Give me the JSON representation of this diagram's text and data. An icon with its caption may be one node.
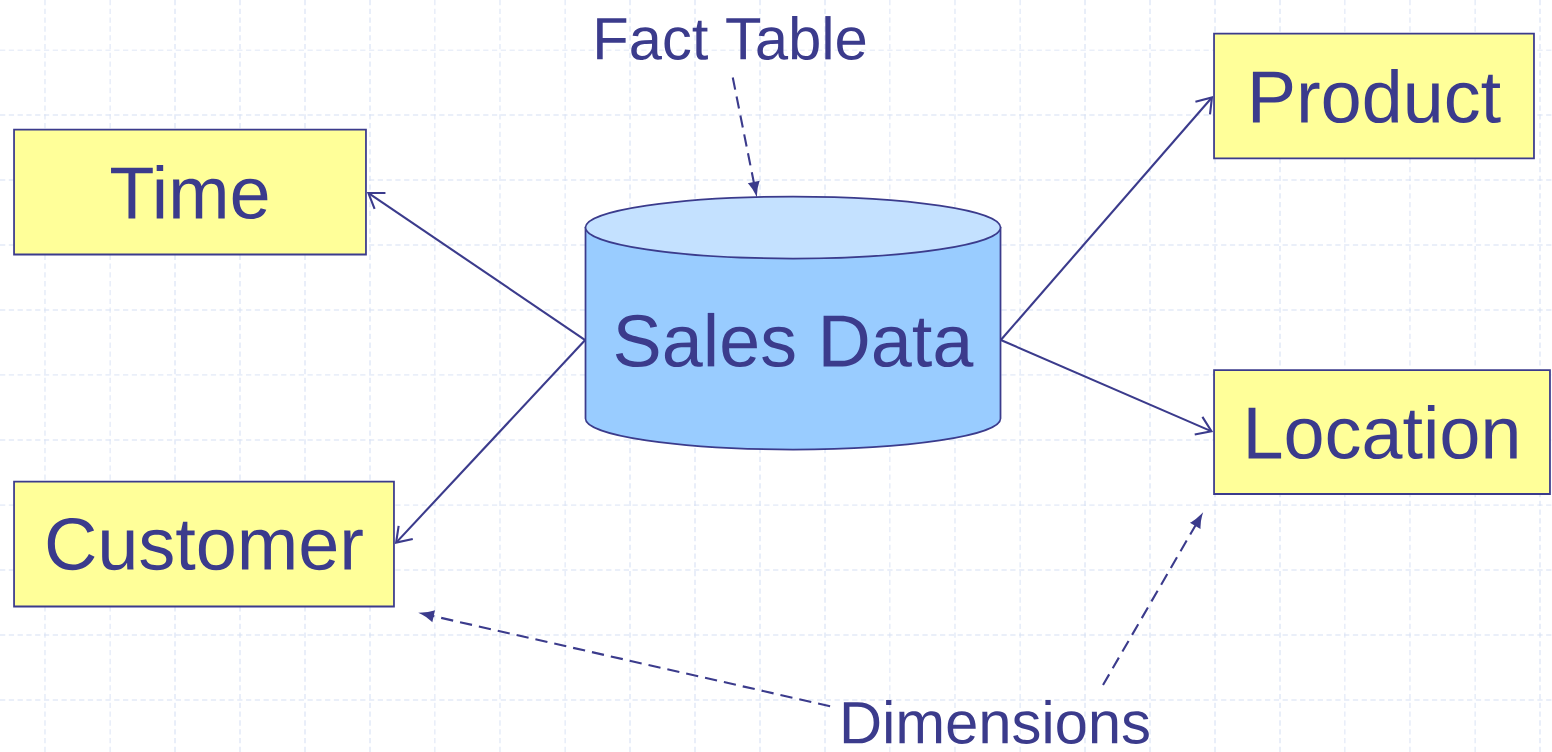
{
  "diagram": {
    "nodes": [
      {
        "text": [
          "Fact Table"
        ]
      },
      {
        "text": [
          "Product"
        ]
      },
      {
        "text": [
          "Time"
        ]
      },
      {
        "text": [
          "Sales Data"
        ]
      },
      {
        "text": [
          "Location"
        ]
      },
      {
        "text": [
          "Customer"
        ]
      },
      {
        "text": [
          "Dimensions"
        ]
      }
    ],
    "edges": [
      {
        "from": 3,
        "to": 2,
        "arrow": "to"
      },
      {
        "from": 3,
        "to": 5,
        "arrow": "to"
      },
      {
        "from": 3,
        "to": 1,
        "arrow": "to"
      },
      {
        "from": 3,
        "to": 4,
        "arrow": "to"
      },
      {
        "from": 0,
        "to": 3,
        "arrow": "to",
        "style": "dashed"
      },
      {
        "from": 6,
        "to": 5,
        "arrow": "to",
        "style": "dashed"
      },
      {
        "from": 6,
        "to": 4,
        "arrow": "to",
        "style": "dashed"
      }
    ]
  }
}
